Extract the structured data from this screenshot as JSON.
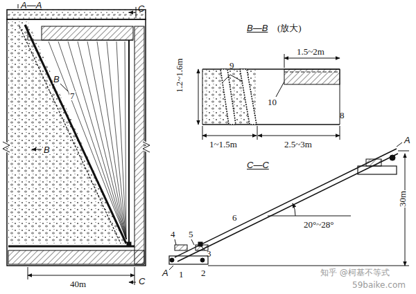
{
  "diagram": {
    "labels": [
      "A—A",
      "C",
      "B—B",
      "(放大)",
      "1.5~2m",
      "1.2~1.6m",
      "9",
      "10",
      "8",
      "1~1.5m",
      "2.5~3m",
      "C—C",
      "B",
      "B",
      "7",
      "6",
      "20°~28°",
      "30m",
      "A",
      "A",
      "4",
      "5",
      "3",
      "1",
      "2",
      "40m",
      "C",
      "知乎 @柯基不等式",
      "59baike.com"
    ]
  }
}
